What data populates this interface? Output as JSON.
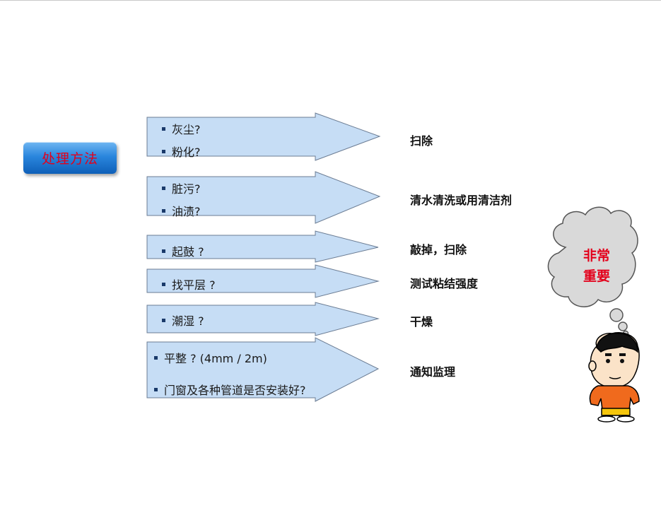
{
  "method": {
    "label": "处理方法"
  },
  "rows": [
    {
      "items": [
        "灰尘?",
        "粉化?"
      ],
      "result": "扫除"
    },
    {
      "items": [
        "脏污?",
        "油渍?"
      ],
      "result": "清水清洗或用清洁剂"
    },
    {
      "items": [
        "起鼓 ?"
      ],
      "result": "敲掉，扫除"
    },
    {
      "items": [
        "找平层 ?"
      ],
      "result": "测试粘结强度"
    },
    {
      "items": [
        "潮湿 ?"
      ],
      "result": "干燥"
    },
    {
      "items": [
        "平整 ? (4mm / 2m)",
        "门窗及各种管道是否安装好?"
      ],
      "result": "通知监理"
    }
  ],
  "callout": {
    "line1": "非常",
    "line2": "重要"
  },
  "colors": {
    "arrow_fill": "#c6ddf5",
    "button": "#2a86dd",
    "accent_red": "#e3001b"
  },
  "icons": {
    "character": "cartoon-boy-icon",
    "thought": "thought-cloud-icon"
  }
}
